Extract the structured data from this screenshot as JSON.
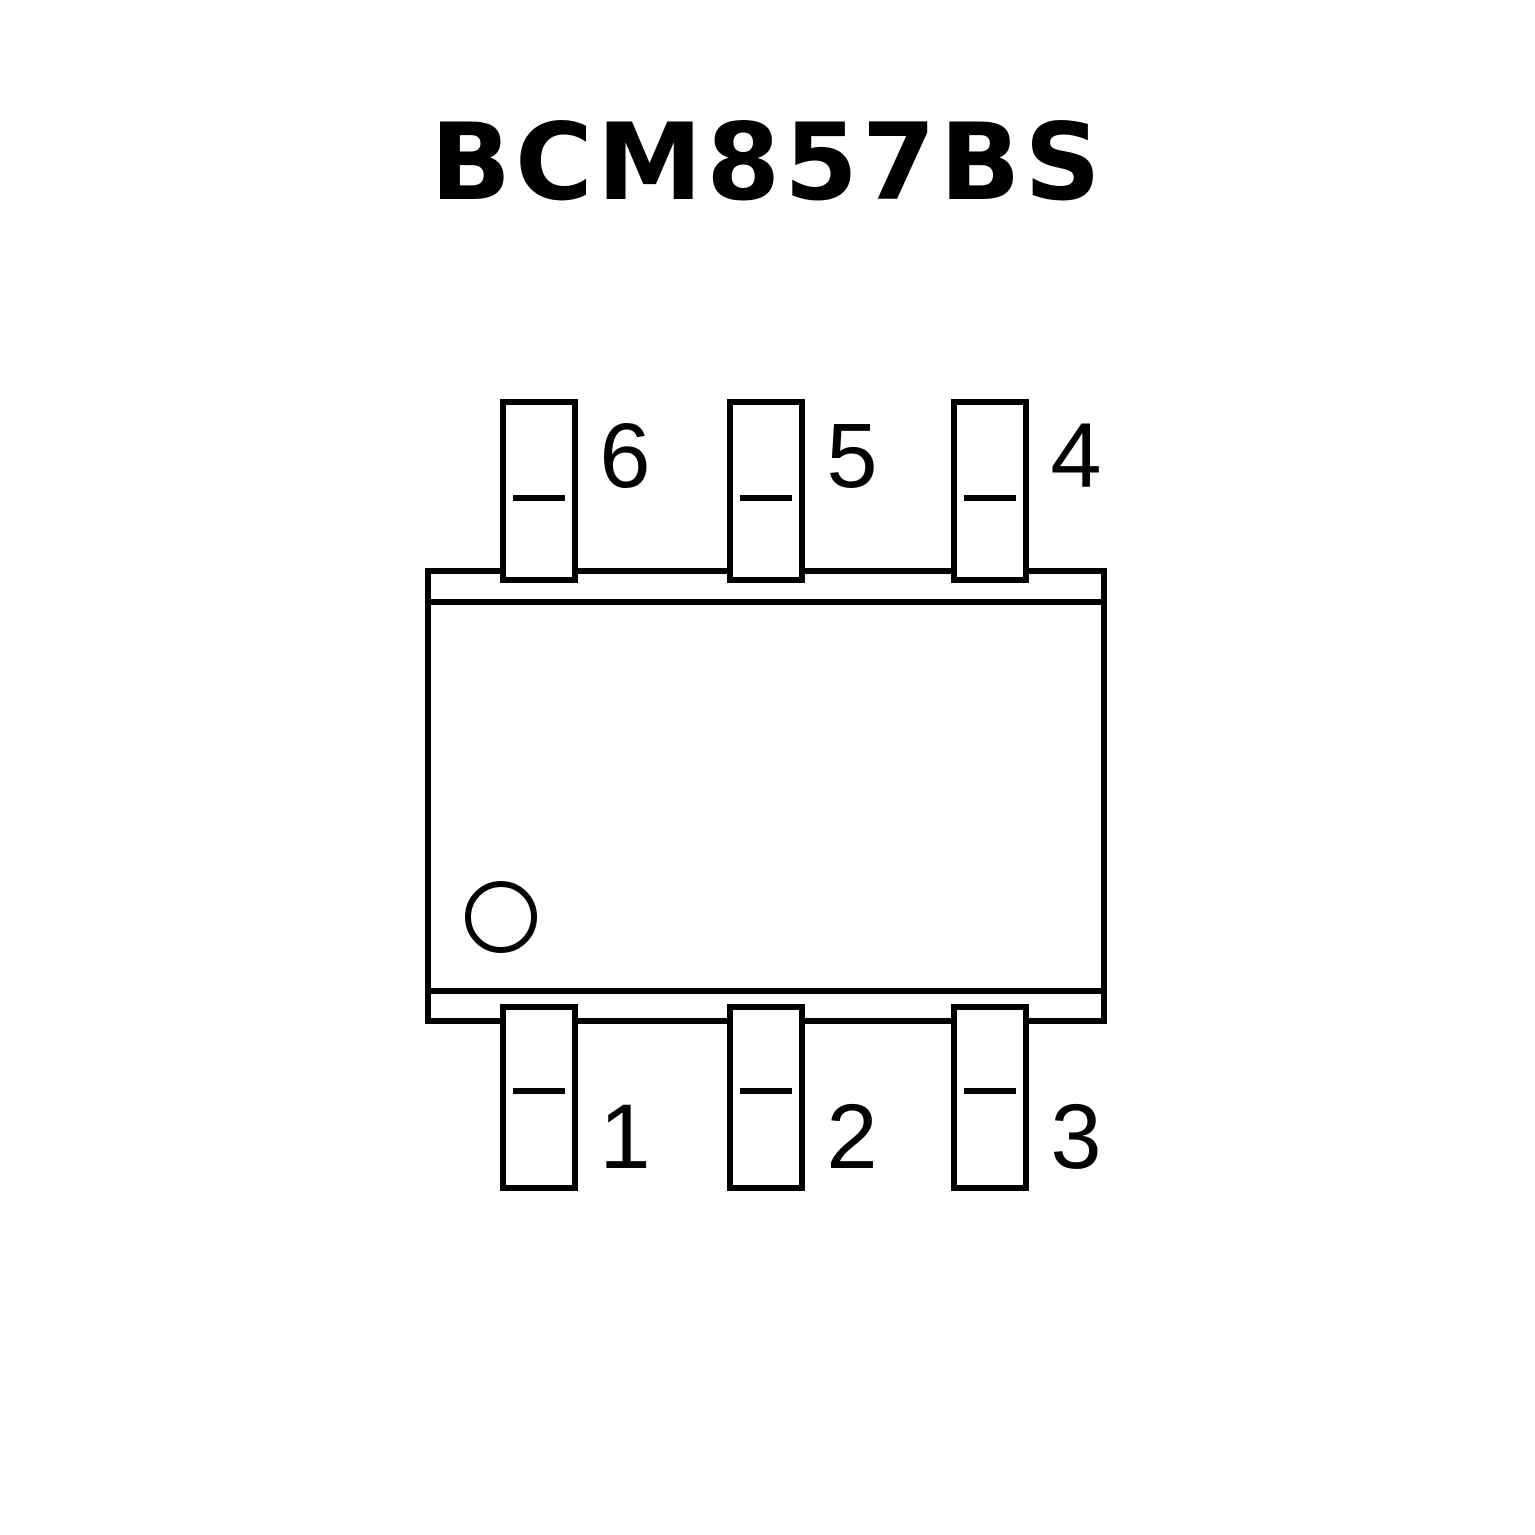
{
  "title": "BCM857BS",
  "package": {
    "stroke_color": "#000000",
    "pins_top": [
      {
        "number": "6"
      },
      {
        "number": "5"
      },
      {
        "number": "4"
      }
    ],
    "pins_bottom": [
      {
        "number": "1"
      },
      {
        "number": "2"
      },
      {
        "number": "3"
      }
    ],
    "pin1_marker": "circle"
  }
}
